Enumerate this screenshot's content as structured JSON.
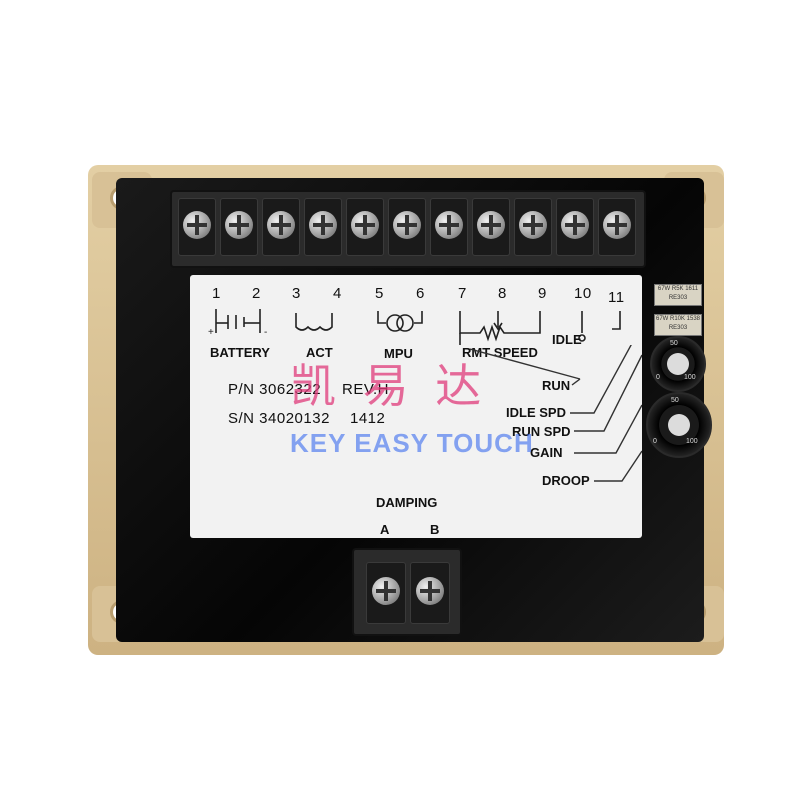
{
  "terminals": [
    "1",
    "2",
    "3",
    "4",
    "5",
    "6",
    "7",
    "8",
    "9",
    "10",
    "11"
  ],
  "groups": {
    "battery": "BATTERY",
    "act": "ACT",
    "mpu": "MPU",
    "rmt_speed": "RMT SPEED",
    "idle": "IDLE"
  },
  "part_number": "P/N 3062322",
  "revision": "REV.H",
  "serial": "S/N 34020132",
  "date_code": "1412",
  "controls": {
    "run": "RUN",
    "idle_spd": "IDLE SPD",
    "run_spd": "RUN SPD",
    "gain": "GAIN",
    "droop": "DROOP"
  },
  "damping": {
    "title": "DAMPING",
    "a": "A",
    "b": "B"
  },
  "watermark": {
    "chinese": "凯  易  达",
    "english": "KEY EASY TOUCH"
  },
  "resistors": [
    "67W R5K 1611 RE303",
    "67W R10K 1538 RE303"
  ],
  "pot_scale": [
    "50",
    "0",
    "100"
  ],
  "colors": {
    "brass": "#d5bd8e",
    "body": "#0b0b0b",
    "label": "#f2f2f2",
    "watermark_red": "#e03a7a",
    "watermark_blue": "#3a6cf0"
  }
}
